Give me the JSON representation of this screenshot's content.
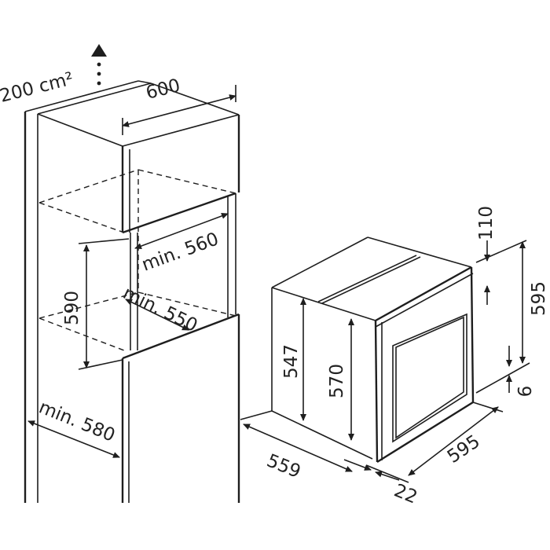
{
  "labels": {
    "vent_area": "200 cm²",
    "niche_width_top": "600",
    "niche_width_min": "min. 560",
    "niche_height": "590",
    "niche_depth_min": "min. 550",
    "cabinet_depth_min": "min. 580",
    "oven_height_body": "547",
    "oven_height_front": "570",
    "oven_depth": "559",
    "front_thickness": "22",
    "oven_width": "595",
    "oven_total_height": "595",
    "top_offset": "110",
    "bottom_offset": "6"
  },
  "colors": {
    "line": "#1e1e1e",
    "text": "#222222",
    "background": "#ffffff"
  },
  "icons": {
    "airflow": "airflow-up-arrow-icon"
  }
}
